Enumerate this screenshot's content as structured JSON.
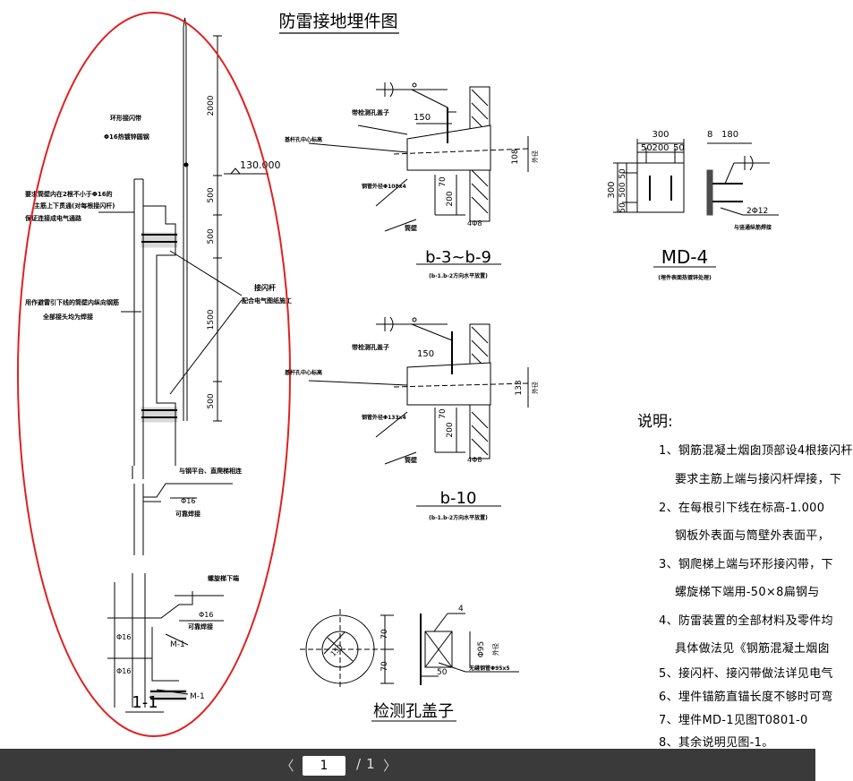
{
  "drawing": {
    "main_title": "防雷接地埋件图",
    "left_view": {
      "label_ring": "环形接闪带",
      "label_ring_spec": "Φ16热镀锌圆钢",
      "dim_2000": "2000",
      "elevation": "130.000",
      "dim_500a": "500",
      "dim_500b": "500",
      "dim_1500": "1500",
      "dim_500c": "500",
      "note_top_1": "要求筒壁内在2根不小于Φ16的",
      "note_top_2": "主筋上下贯通(对每根接闪杆)",
      "note_top_3": "保证连接成电气通路",
      "note_mid_1": "用作避雷引下线的筒壁内纵向钢筋",
      "note_mid_2": "全部接头均为焊接",
      "rod_label": "接闪杆",
      "rod_note": "配合电气图纸施工",
      "ladder_note": "与钢平台、直爬梯相连",
      "d16_a": "Φ16",
      "weld_a": "可靠焊接",
      "spiral_note": "螺旋梯下端",
      "d16_b": "Φ16",
      "weld_b": "可靠焊接",
      "d16_c": "Φ16",
      "m1_a": "M-1",
      "d16_d": "Φ16",
      "m1_b": "M-1",
      "section_label": "1-1"
    },
    "b39": {
      "cover_label": "带检测孔盖子",
      "dim_150": "150",
      "center_label": "基杆孔中心标高",
      "pipe_label": "钢管外径Φ108x4",
      "dim_108": "108",
      "outer_diam": "外径",
      "dim_70": "70",
      "dim_200": "200",
      "wall_label": "筒壁",
      "rebar_label": "4Φ8",
      "title": "b-3~b-9",
      "subtitle": "(b-1.b-2方向水平放置)"
    },
    "b10": {
      "cover_label": "带检测孔盖子",
      "dim_150": "150",
      "center_label": "基杆孔中心标高",
      "pipe_label": "钢管外径Φ133x4",
      "dim_133": "133",
      "outer_diam": "外径",
      "dim_70": "70",
      "dim_200": "200",
      "wall_label": "筒壁",
      "rebar_label": "4Φ8",
      "title": "b-10",
      "subtitle": "(b-1.b-2方向水平放置)"
    },
    "md4": {
      "dim_300_top": "300",
      "dim_50a": "50",
      "dim_200": "200",
      "dim_50b": "50",
      "dim_8": "8",
      "dim_180": "180",
      "dim_300_left": "300",
      "dim_50c": "50",
      "dim_500": "500",
      "dim_50d": "50",
      "rebar_label": "2Φ12",
      "rebar_note": "与竖通纵筋焊接",
      "title": "MD-4",
      "subtitle": "(埋件表面热镀锌处理)"
    },
    "cover": {
      "dim_150": "150",
      "dim_70a": "70",
      "dim_70b": "70",
      "dim_4": "4",
      "dim_95": "Φ95",
      "outer_diam": "外径",
      "dim_50": "50",
      "pipe_label": "无缝钢管Φ95x5",
      "title": "检测孔盖子"
    }
  },
  "notes": {
    "title": "说明:",
    "items": [
      "1、钢筋混凝土烟囱顶部设4根接闪杆",
      "要求主筋上端与接闪杆焊接，下",
      "2、在每根引下线在标高-1.000",
      "钢板外表面与筒壁外表面平，",
      "3、钢爬梯上端与环形接闪带，下",
      "螺旋梯下端用-50×8扁钢与",
      "4、防雷装置的全部材料及零件均",
      "具体做法见《钢筋混凝土烟囱",
      "5、接闪杆、接闪带做法详见电气",
      "6、埋件锚筋直锚长度不够时可弯",
      "7、埋件MD-1见图T0801-0",
      "8、其余说明见图-1。"
    ]
  },
  "toolbar": {
    "prev": "〈",
    "page_value": "1",
    "separator": "/",
    "total_pages": "1",
    "next": "〉"
  }
}
